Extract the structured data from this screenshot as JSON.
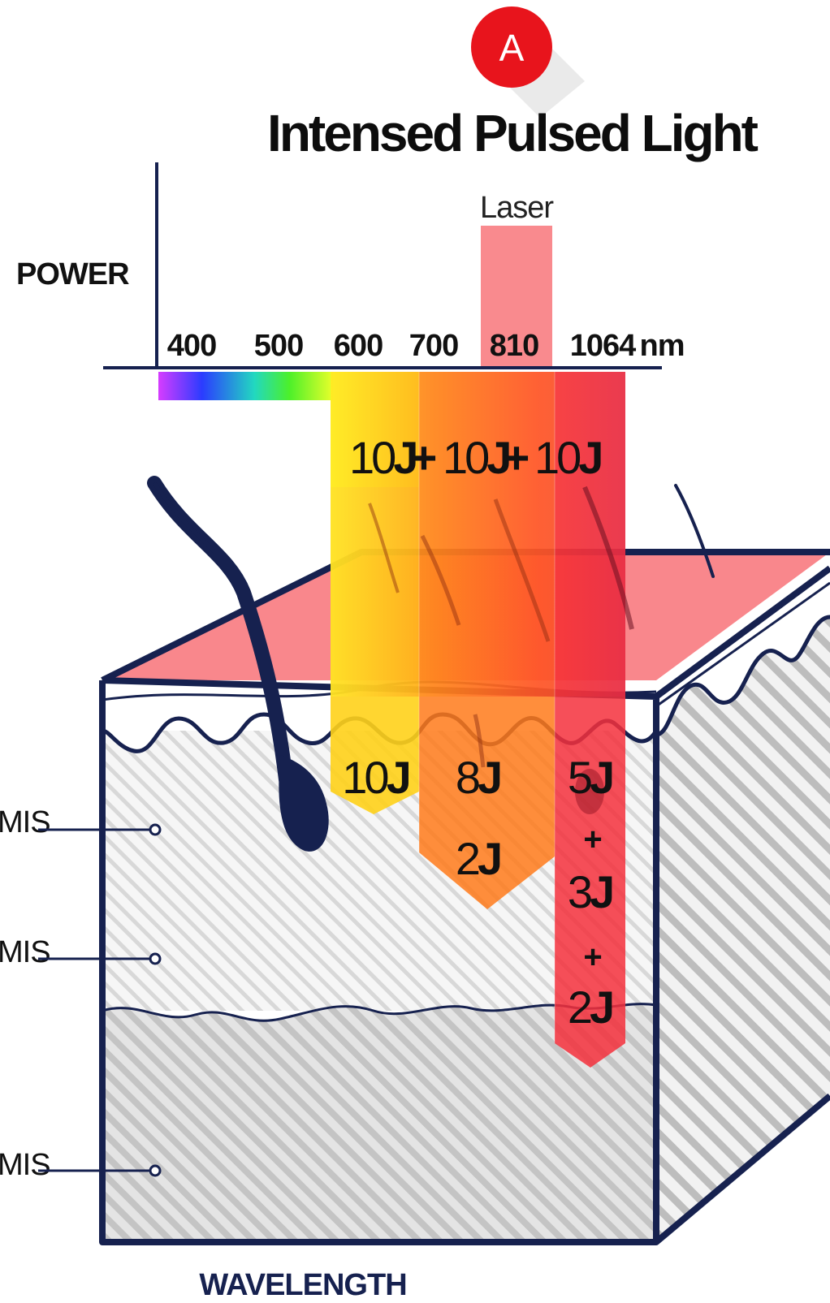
{
  "badge": {
    "letter": "A",
    "color": "#e8141c"
  },
  "title": "Intensed Pulsed Light",
  "y_axis_label": "POWER",
  "x_axis_label": "WAVELENGTH",
  "wavelength_ticks": [
    "400",
    "500",
    "600",
    "700",
    "810",
    "1064"
  ],
  "wavelength_unit": "nm",
  "laser_label": "Laser",
  "combined_energy": {
    "parts": [
      {
        "value": "10",
        "unit": "J"
      },
      {
        "value": "10",
        "unit": "J"
      },
      {
        "value": "10",
        "unit": "J"
      }
    ],
    "operator": "+"
  },
  "beams": [
    {
      "band": "600",
      "color": "#ffd21a",
      "energies": [
        {
          "value": "10",
          "unit": "J"
        }
      ]
    },
    {
      "band": "700",
      "color": "#ff7a1a",
      "energies": [
        {
          "value": "8",
          "unit": "J"
        },
        {
          "value": "2",
          "unit": "J"
        }
      ]
    },
    {
      "band": "810-1064",
      "color": "#f4303c",
      "energies": [
        {
          "value": "5",
          "unit": "J"
        },
        {
          "value": "3",
          "unit": "J"
        },
        {
          "value": "2",
          "unit": "J"
        }
      ],
      "operator": "+"
    }
  ],
  "layers": [
    {
      "label": "MIS"
    },
    {
      "label": "MIS"
    },
    {
      "label": "MIS"
    }
  ],
  "colors": {
    "outline": "#16214f",
    "skin_top": "#f9878c",
    "laser_band": "#f98a8e",
    "hatch": "#c9c9c9"
  }
}
